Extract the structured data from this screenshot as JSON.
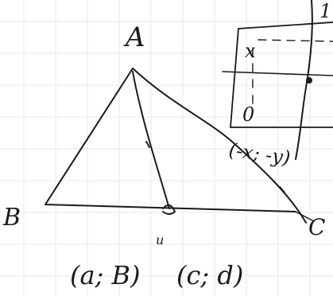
{
  "labels": {
    "vertex_top": "A",
    "vertex_left": "B",
    "vertex_right": "C",
    "inset_point_top": "x",
    "inset_point_bottom": "0",
    "inset_coords": "(-x; -y)",
    "foot_mark": "u",
    "coords_left": "(a; B)",
    "coords_right": "(c; d)",
    "corner_mark": "1"
  }
}
